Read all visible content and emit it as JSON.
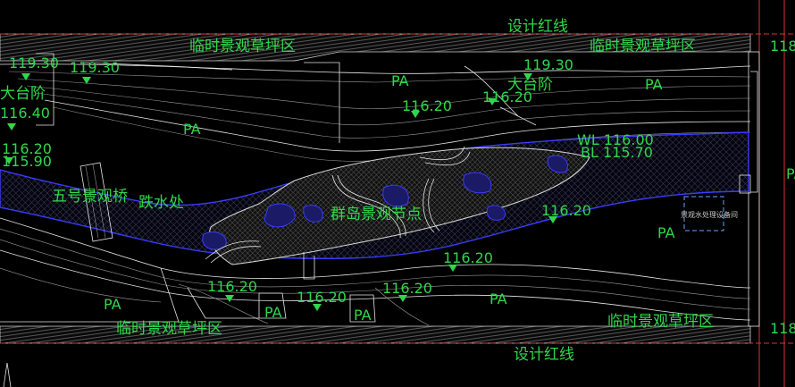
{
  "labels": {
    "design_red_line_top": "设计红线",
    "design_red_line_bottom": "设计红线",
    "temp_lawn_top_left": "临时景观草坪区",
    "temp_lawn_top_right": "临时景观草坪区",
    "temp_lawn_bottom_left": "临时景观草坪区",
    "temp_lawn_bottom_right": "临时景观草坪区",
    "big_steps_left": "大台阶",
    "big_steps_right": "大台阶",
    "bridge_5": "五号景观桥",
    "diving_spot": "跌水处",
    "island_node": "群岛景观节点",
    "water_level": "WL 116.00",
    "bottom_level": "BL 115.70",
    "equipment_room": "景观水处理设备间"
  },
  "elevations": {
    "e1": "119.30",
    "e2": "119.30",
    "e3": "119.30",
    "e4": "116.40",
    "e5": "116.20",
    "e6": "115.90",
    "e7": "116.20",
    "e8": "116.20",
    "e9": "116.20",
    "e10": "116.20",
    "e11": "116.20",
    "e12": "116.20",
    "e13": "116.20",
    "e_edge_right": "118"
  },
  "pa": {
    "p1": "PA",
    "p2": "PA",
    "p3": "PA",
    "p4": "PA",
    "p5": "PA",
    "p6": "PA",
    "p7": "PA",
    "p8": "PA",
    "p9": "PA"
  },
  "colors": {
    "background": "#000000",
    "label": "#2fd84a",
    "water_outline": "#3b3bff",
    "red_line": "#e03030"
  }
}
